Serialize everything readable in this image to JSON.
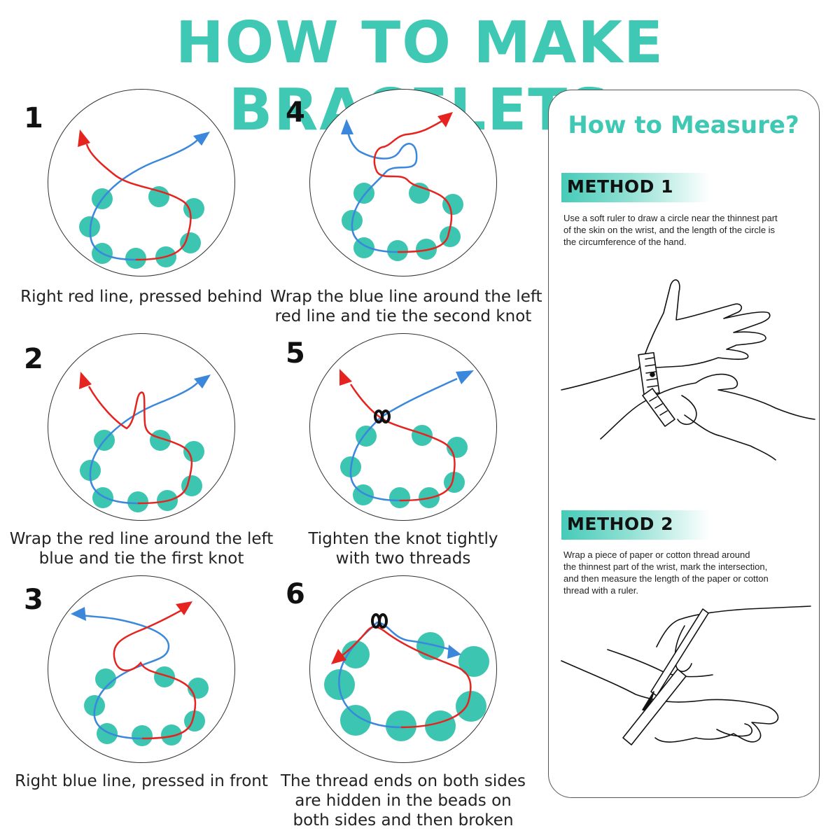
{
  "title": "HOW TO MAKE BRACELETS",
  "colors": {
    "accent": "#3fc8b4",
    "bead": "#3cc5b0",
    "red_line": "#e52420",
    "blue_line": "#3a87dc",
    "knot": "#111111"
  },
  "steps": [
    {
      "number": "1",
      "caption": [
        "Right red line, pressed behind"
      ]
    },
    {
      "number": "2",
      "caption": [
        "Wrap the red line around the left",
        "blue and tie the first knot"
      ]
    },
    {
      "number": "3",
      "caption": [
        "Right blue line, pressed in front"
      ]
    },
    {
      "number": "4",
      "caption": [
        "Wrap the blue line around the left",
        "red line and tie the second knot"
      ]
    },
    {
      "number": "5",
      "caption": [
        "Tighten the knot tightly",
        "with two threads"
      ]
    },
    {
      "number": "6",
      "caption": [
        "The thread ends on both sides",
        "are hidden in the beads on",
        "both sides and then broken"
      ]
    }
  ],
  "measure": {
    "title": "How to Measure?",
    "methods": [
      {
        "label": "METHOD 1",
        "text": [
          "Use a soft ruler to draw a circle near the thinnest part",
          "of the skin on the wrist, and the length of the circle is",
          "the circumference of the hand."
        ],
        "icon": "wrist-tape-measure-illustration"
      },
      {
        "label": "METHOD 2",
        "text": [
          "Wrap a piece of paper or cotton thread around",
          "the thinnest part of the wrist, mark the intersection,",
          "and then measure the length of the paper or cotton",
          "thread with a ruler."
        ],
        "icon": "wrist-paper-strip-illustration"
      }
    ]
  }
}
